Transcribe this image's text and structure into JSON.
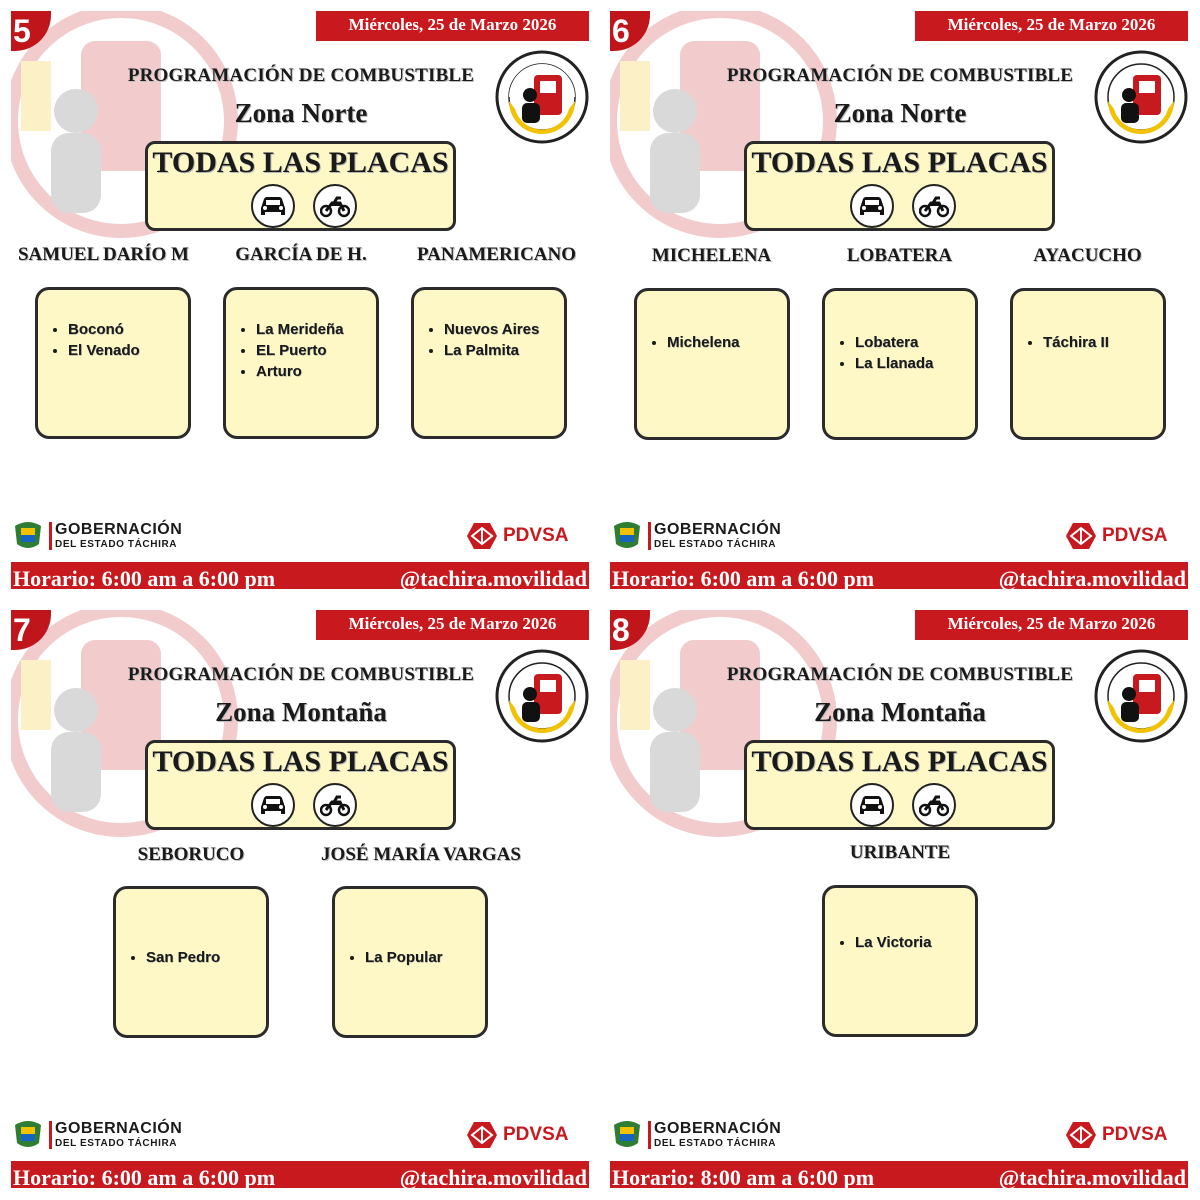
{
  "colors": {
    "red": "#c8191f",
    "card_fill": "#fdf8c6",
    "border": "#2b2b2b"
  },
  "icons": {
    "car": "car-icon",
    "moto": "motorcycle-icon"
  },
  "panels": [
    {
      "number": "5",
      "date": "Miércoles, 25 de Marzo 2026",
      "title": "PROGRAMACIÓN DE COMBUSTIBLE",
      "zone": "Zona Norte",
      "plates": "TODAS LAS PLACAS",
      "columns": [
        {
          "label": "SAMUEL DARÍO M",
          "items": [
            "Boconó",
            "El Venado"
          ]
        },
        {
          "label": "GARCÍA DE H.",
          "items": [
            "La Merideña",
            "EL Puerto",
            "Arturo"
          ]
        },
        {
          "label": "PANAMERICANO",
          "items": [
            "Nuevos Aires",
            "La Palmita"
          ]
        }
      ],
      "footer": {
        "gob_line1": "GOBERNACIÓN",
        "gob_line2": "DEL ESTADO TÁCHIRA",
        "pdvsa": "PDVSA",
        "horario": "Horario: 6:00 am a 6:00 pm",
        "handle": "@tachira.movilidad"
      }
    },
    {
      "number": "6",
      "date": "Miércoles, 25 de Marzo 2026",
      "title": "PROGRAMACIÓN DE COMBUSTIBLE",
      "zone": "Zona Norte",
      "plates": "TODAS LAS PLACAS",
      "columns": [
        {
          "label": "MICHELENA",
          "items": [
            "Michelena"
          ]
        },
        {
          "label": "LOBATERA",
          "items": [
            "Lobatera",
            "La Llanada"
          ]
        },
        {
          "label": "AYACUCHO",
          "items": [
            "Táchira II"
          ]
        }
      ],
      "footer": {
        "gob_line1": "GOBERNACIÓN",
        "gob_line2": "DEL ESTADO TÁCHIRA",
        "pdvsa": "PDVSA",
        "horario": "Horario: 6:00 am a 6:00 pm",
        "handle": "@tachira.movilidad"
      }
    },
    {
      "number": "7",
      "date": "Miércoles, 25 de Marzo 2026",
      "title": "PROGRAMACIÓN DE COMBUSTIBLE",
      "zone": "Zona Montaña",
      "plates": "TODAS LAS PLACAS",
      "columns": [
        {
          "label": "SEBORUCO",
          "items": [
            "San Pedro"
          ]
        },
        {
          "label": "JOSÉ MARÍA VARGAS",
          "items": [
            "La Popular"
          ]
        }
      ],
      "footer": {
        "gob_line1": "GOBERNACIÓN",
        "gob_line2": "DEL ESTADO TÁCHIRA",
        "pdvsa": "PDVSA",
        "horario": "Horario: 6:00 am a 6:00 pm",
        "handle": "@tachira.movilidad"
      }
    },
    {
      "number": "8",
      "date": "Miércoles, 25 de Marzo 2026",
      "title": "PROGRAMACIÓN DE COMBUSTIBLE",
      "zone": "Zona Montaña",
      "plates": "TODAS LAS PLACAS",
      "columns": [
        {
          "label": "URIBANTE",
          "items": [
            "La Victoria"
          ]
        }
      ],
      "footer": {
        "gob_line1": "GOBERNACIÓN",
        "gob_line2": "DEL ESTADO TÁCHIRA",
        "pdvsa": "PDVSA",
        "horario": "Horario: 8:00 am a 6:00 pm",
        "handle": "@tachira.movilidad"
      }
    }
  ]
}
